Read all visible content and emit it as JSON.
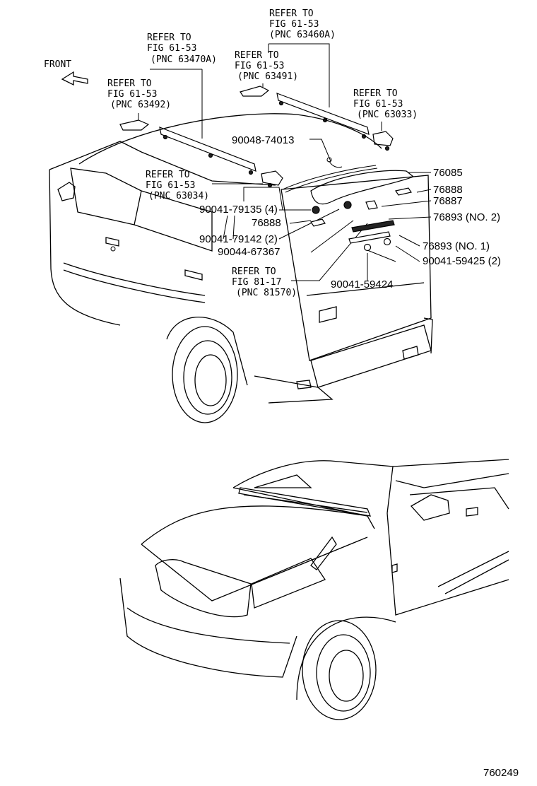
{
  "front_label": "FRONT",
  "drawing_number": "760249",
  "refer_blocks": [
    {
      "line1": "REFER TO",
      "line2": "FIG 61-53",
      "line3": "(PNC 63460A)"
    },
    {
      "line1": "REFER TO",
      "line2": "FIG 61-53",
      "line3": "(PNC 63470A)"
    },
    {
      "line1": "REFER TO",
      "line2": "FIG 61-53",
      "line3": "(PNC 63491)"
    },
    {
      "line1": "REFER TO",
      "line2": "FIG 61-53",
      "line3": "(PNC 63492)"
    },
    {
      "line1": "REFER TO",
      "line2": "FIG 61-53",
      "line3": "(PNC 63033)"
    },
    {
      "line1": "REFER TO",
      "line2": "FIG 61-53",
      "line3": "(PNC 63034)"
    },
    {
      "line1": "REFER TO",
      "line2": "FIG 81-17",
      "line3": "(PNC 81570)"
    }
  ],
  "part_labels": [
    {
      "text": "90048-74013"
    },
    {
      "text": "76085"
    },
    {
      "text": "76888"
    },
    {
      "text": "90041-79135 (4)"
    },
    {
      "text": "76887"
    },
    {
      "text": "76888"
    },
    {
      "text": "76893 (NO. 2)"
    },
    {
      "text": "90041-79142 (2)"
    },
    {
      "text": "90044-67367"
    },
    {
      "text": "76893 (NO. 1)"
    },
    {
      "text": "90041-59425 (2)"
    },
    {
      "text": "90041-59424"
    }
  ]
}
